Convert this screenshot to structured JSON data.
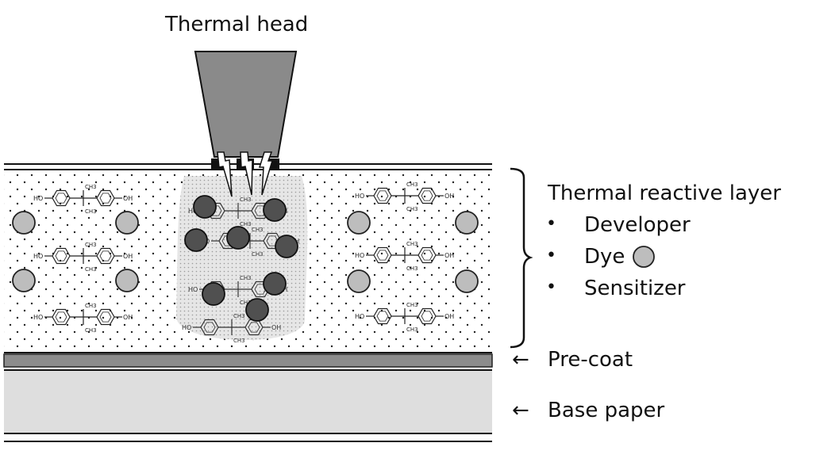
{
  "labels": {
    "thermal_head": "Thermal head",
    "thermal_reactive_layer": "Thermal reactive layer",
    "developer": "Developer",
    "dye": "Dye",
    "sensitizer": "Sensitizer",
    "precoat": "Pre-coat",
    "base_paper": "Base paper"
  },
  "molecule": {
    "ho": "HO",
    "oh": "OH",
    "ch3": "CH3"
  },
  "colors": {
    "head_fill": "#8a8a8a",
    "dye_unreacted": "#bdbdbd",
    "dye_colored": "#505050",
    "precoat": "#8c8c8c",
    "base_paper": "#dedede",
    "heated_zone": "#d9d9d9"
  }
}
